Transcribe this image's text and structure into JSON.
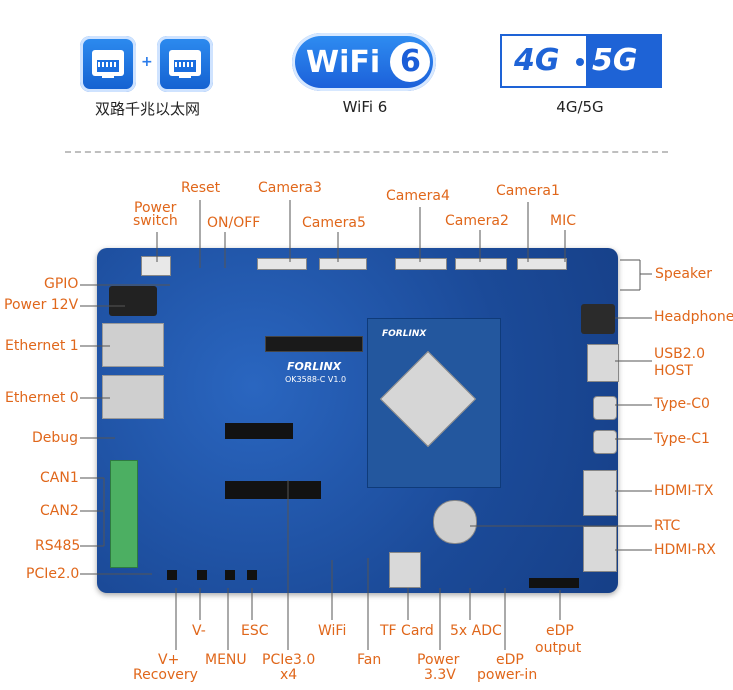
{
  "features": {
    "ethernet_label": "双路千兆以太网",
    "plus": "+",
    "wifi_label": "WiFi 6",
    "wifi_badge_text": "WiFi",
    "wifi_badge_num": "6",
    "cellular_label": "4G/5G",
    "cellular_badge_4g": "4G",
    "cellular_badge_5g": "5G"
  },
  "board": {
    "brand": "FORLINX",
    "model": "OK3588-C V1.0",
    "som_brand": "FORLINX"
  },
  "labels": {
    "reset": "Reset",
    "camera3": "Camera3",
    "camera4": "Camera4",
    "camera1": "Camera1",
    "power_switch_1": "Power",
    "power_switch_2": "switch",
    "on_off": "ON/OFF",
    "camera5": "Camera5",
    "camera2": "Camera2",
    "mic": "MIC",
    "gpio": "GPIO",
    "power12v": "Power 12V",
    "speaker": "Speaker",
    "headphone": "Headphone",
    "ethernet1": "Ethernet 1",
    "usb20_1": "USB2.0",
    "usb20_2": "HOST",
    "ethernet0": "Ethernet 0",
    "type_c0": "Type-C0",
    "debug": "Debug",
    "type_c1": "Type-C1",
    "can1": "CAN1",
    "hdmi_tx": "HDMI-TX",
    "can2": "CAN2",
    "rtc": "RTC",
    "rs485": "RS485",
    "hdmi_rx": "HDMI-RX",
    "pcie20": "PCIe2.0",
    "v_minus": "V-",
    "esc": "ESC",
    "wifi": "WiFi",
    "tf_card": "TF Card",
    "adc": "5x ADC",
    "edp_out_1": "eDP",
    "edp_out_2": "output",
    "v_plus_1": "V+",
    "v_plus_2": "Recovery",
    "menu": "MENU",
    "pcie30_1": "PCIe3.0",
    "pcie30_2": "x4",
    "fan": "Fan",
    "power33_1": "Power",
    "power33_2": "3.3V",
    "edp_in_1": "eDP",
    "edp_in_2": "power-in"
  },
  "colors": {
    "label": "#e0671b",
    "board": "#1d4fa0",
    "accent_blue": "#1e63d6"
  }
}
